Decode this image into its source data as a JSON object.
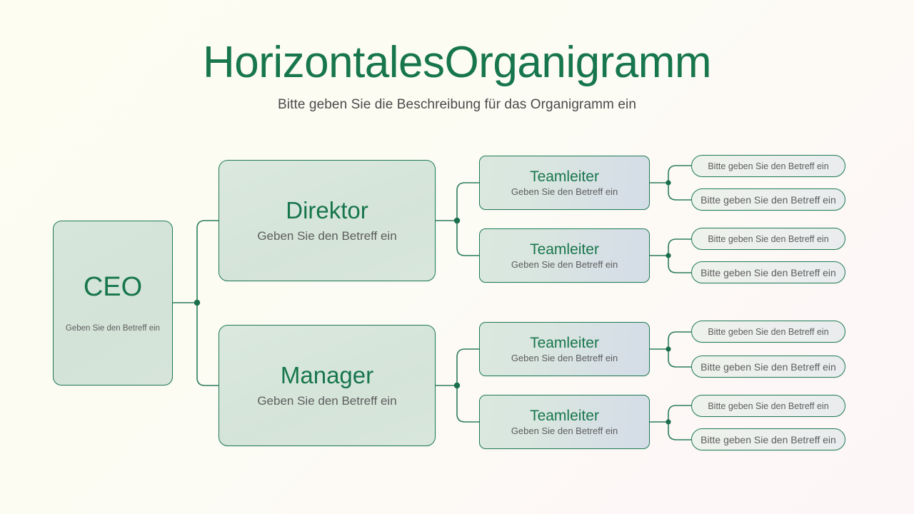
{
  "header": {
    "title": "HorizontalesOrganigramm",
    "subtitle": "Bitte geben Sie die Beschreibung für das Organigramm ein"
  },
  "colors": {
    "accent_green": "#17764b",
    "border_green": "#1e7a55",
    "subtitle_gray": "#5d5d5d",
    "background": "#fdfdf2",
    "node_fill_green": "#d7e6db",
    "node_fill_blue": "#d4dde6"
  },
  "chart_data": {
    "type": "tree",
    "orientation": "horizontal",
    "root": {
      "title": "CEO",
      "subtitle": "Geben Sie den Betreff ein"
    },
    "levels": [
      {
        "level": 2,
        "nodes": [
          {
            "title": "Direktor",
            "subtitle": "Geben Sie den Betreff ein"
          },
          {
            "title": "Manager",
            "subtitle": "Geben Sie den Betreff ein"
          }
        ]
      },
      {
        "level": 3,
        "nodes": [
          {
            "title": "Teamleiter",
            "subtitle": "Geben Sie den Betreff ein",
            "parent": "Direktor"
          },
          {
            "title": "Teamleiter",
            "subtitle": "Geben Sie den Betreff ein",
            "parent": "Direktor"
          },
          {
            "title": "Teamleiter",
            "subtitle": "Geben Sie den Betreff ein",
            "parent": "Manager"
          },
          {
            "title": "Teamleiter",
            "subtitle": "Geben Sie den Betreff ein",
            "parent": "Manager"
          }
        ]
      },
      {
        "level": 4,
        "nodes": [
          {
            "label": "Bitte geben Sie den Betreff ein"
          },
          {
            "label": "Bitte geben Sie den Betreff ein"
          },
          {
            "label": "Bitte geben Sie den Betreff ein"
          },
          {
            "label": "Bitte geben Sie den Betreff ein"
          },
          {
            "label": "Bitte geben Sie den Betreff ein"
          },
          {
            "label": "Bitte geben Sie den Betreff ein"
          },
          {
            "label": "Bitte geben Sie den Betreff ein"
          },
          {
            "label": "Bitte geben Sie den Betreff ein"
          }
        ]
      }
    ]
  }
}
